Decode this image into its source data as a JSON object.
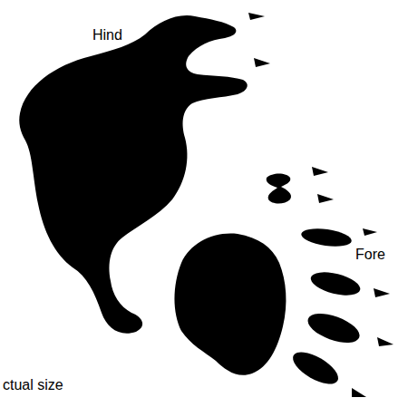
{
  "diagram": {
    "labels": [
      "Hind",
      "Fore",
      "ctual size"
    ]
  }
}
